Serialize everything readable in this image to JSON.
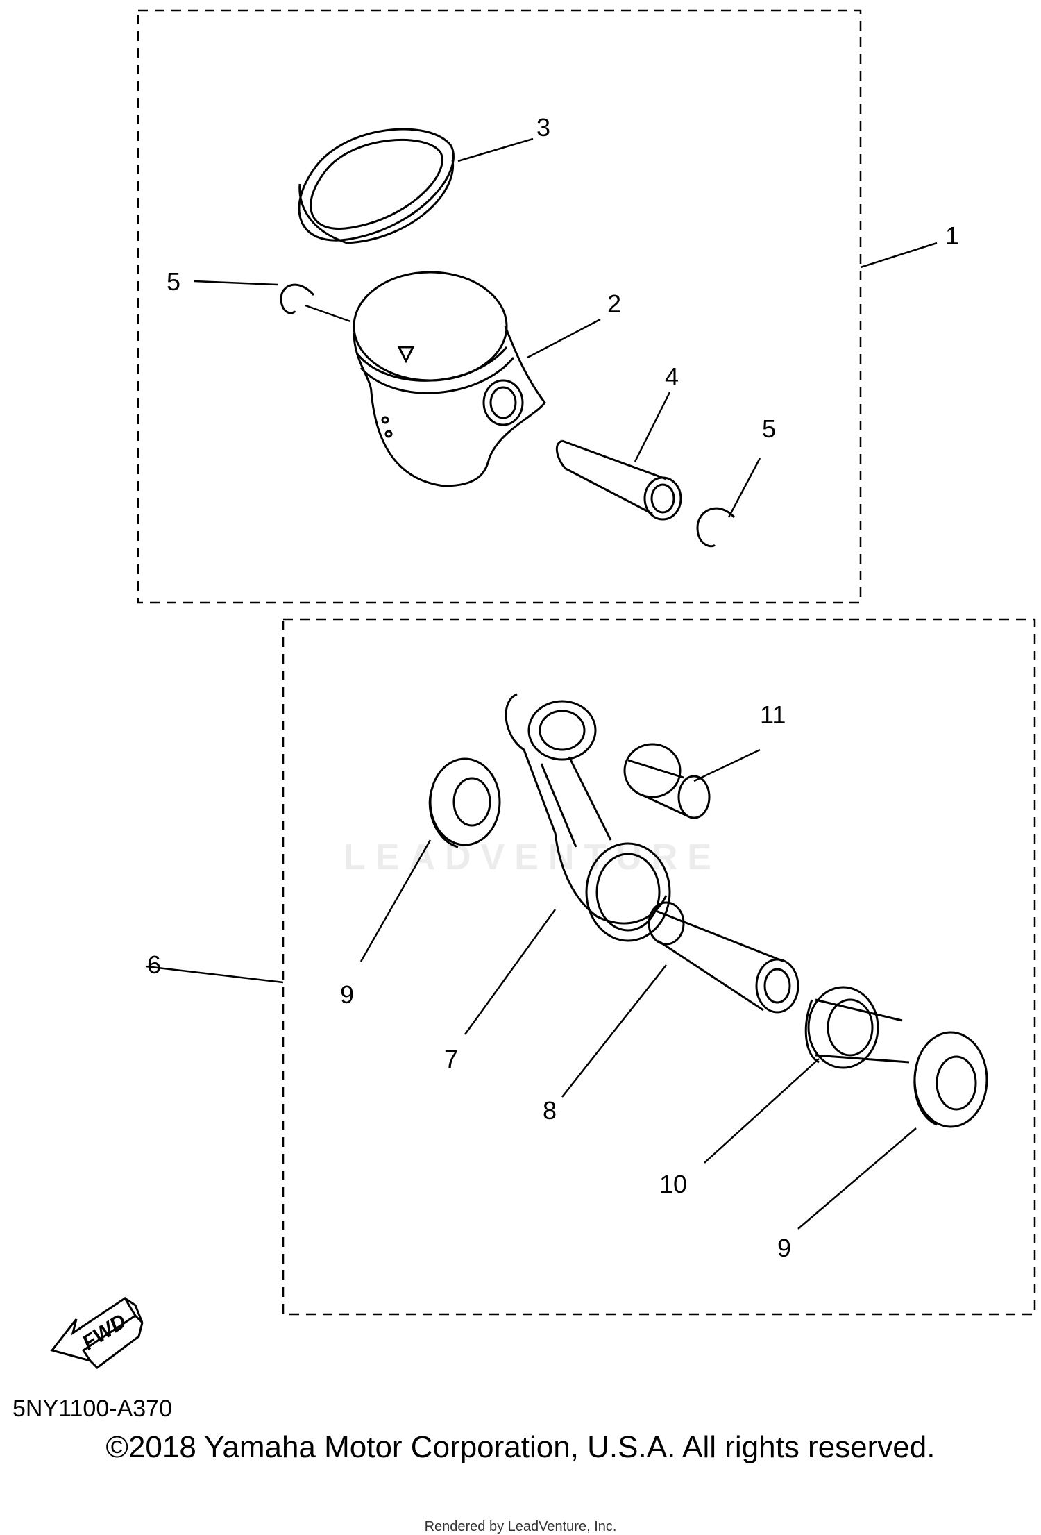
{
  "diagram": {
    "callouts": [
      "1",
      "2",
      "3",
      "4",
      "5",
      "5",
      "6",
      "7",
      "8",
      "9",
      "9",
      "10",
      "11"
    ],
    "watermark": "LEADVENTURE",
    "fwd_label": "FWD",
    "code": "5NY1100-A370"
  },
  "footer": {
    "copyright": "©2018 Yamaha Motor Corporation, U.S.A. All rights reserved.",
    "rendered_by": "Rendered by LeadVenture, Inc."
  }
}
